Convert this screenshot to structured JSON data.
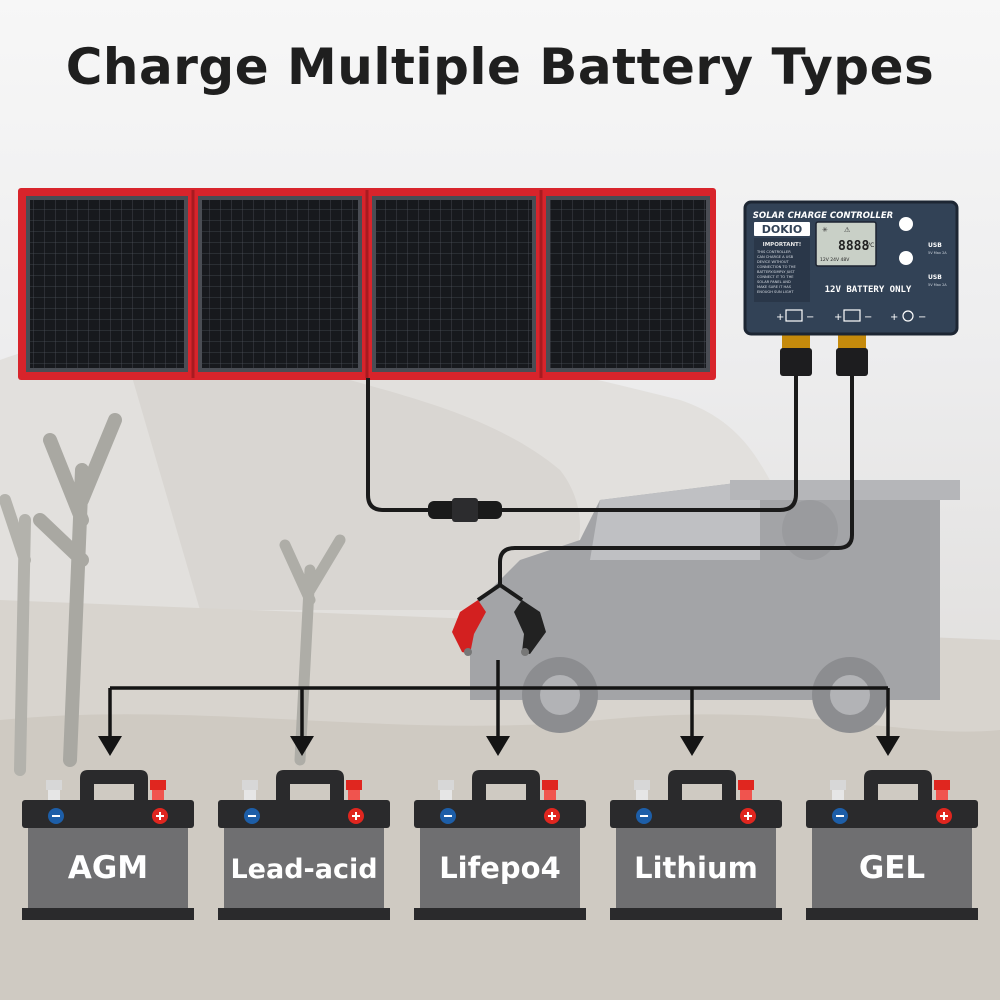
{
  "title": "Charge Multiple Battery Types",
  "controller": {
    "heading": "SOLAR CHARGE CONTROLLER",
    "brand": "DOKIO",
    "notice_title": "IMPORTANT!",
    "notice_lines": [
      "THIS CONTROLLER",
      "CAN CHARGE A USB",
      "DEVICE WITHOUT",
      "CONNECTION TO THE",
      "BATTERY.SIMPLY JUST",
      "CONNECT IT TO THE",
      "SOLAR PANEL AND",
      "MAKE SURE IT HAS",
      "ENOUGH SUN LIGHT"
    ],
    "lcd_digits": "8888",
    "lcd_units": "VC",
    "lcd_voltages": "12V 24V 48V",
    "battery_only": "12V BATTERY ONLY",
    "usb_label": "USB",
    "usb_rating": "5V Max 2A",
    "terminal_plus": "+",
    "terminal_minus": "−"
  },
  "batteries": [
    {
      "label": "AGM"
    },
    {
      "label": "Lead-acid"
    },
    {
      "label": "Lifepo4"
    },
    {
      "label": "Lithium"
    },
    {
      "label": "GEL"
    }
  ],
  "colors": {
    "panel_frame": "#d8242b",
    "panel_cell": "#1b1d22",
    "controller_body": "#324256",
    "battery_body": "#6f6f71",
    "battery_dark": "#2a2a2c",
    "terminal_red": "#e0261f",
    "terminal_blue": "#1d5ea8",
    "clamp_red": "#d32020",
    "clamp_black": "#222222",
    "cable": "#1a1a1a"
  }
}
